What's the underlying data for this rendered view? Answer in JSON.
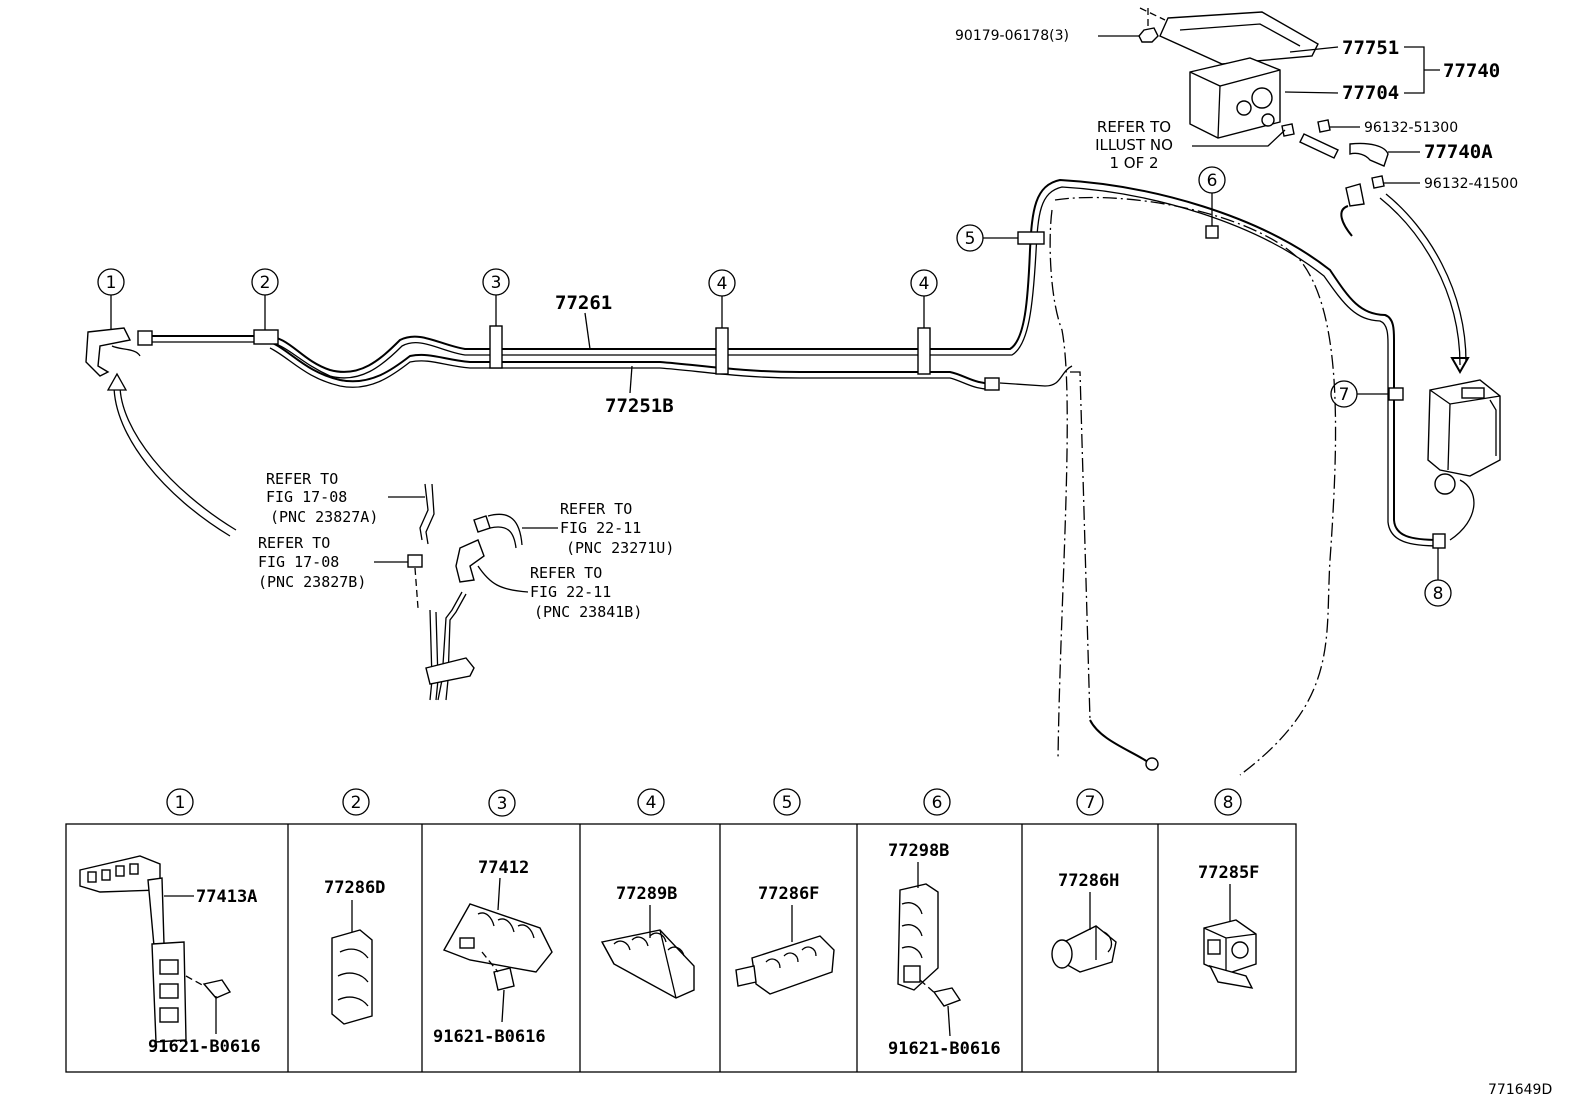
{
  "title": "",
  "parts": {
    "p77751": "77751",
    "p77740": "77740",
    "p77704": "77704",
    "p90179": "90179-06178(3)",
    "p96132a": "96132-51300",
    "p77740a": "77740A",
    "p96132b": "96132-41500",
    "p77261": "77261",
    "p77251b": "77251B"
  },
  "refs": {
    "illust": [
      "REFER TO",
      "ILLUST NO",
      "1 OF 2"
    ],
    "fig1708a": [
      "REFER TO",
      "FIG 17-08",
      "(PNC 23827A)"
    ],
    "fig1708b": [
      "REFER TO",
      "FIG 17-08",
      "(PNC 23827B)"
    ],
    "fig2211a": [
      "REFER TO",
      "FIG 22-11",
      "(PNC 23271U)"
    ],
    "fig2211b": [
      "REFER TO",
      "FIG 22-11",
      "(PNC 23841B)"
    ]
  },
  "callouts": {
    "c1": "1",
    "c2": "2",
    "c3": "3",
    "c4a": "4",
    "c4b": "4",
    "c5": "5",
    "c6": "6",
    "c7": "7",
    "c8": "8"
  },
  "table": {
    "cells": [
      {
        "num": "1",
        "part": "77413A",
        "bolt": "91621-B0616"
      },
      {
        "num": "2",
        "part": "77286D",
        "bolt": ""
      },
      {
        "num": "3",
        "part": "77412",
        "bolt": "91621-B0616"
      },
      {
        "num": "4",
        "part": "77289B",
        "bolt": ""
      },
      {
        "num": "5",
        "part": "77286F",
        "bolt": ""
      },
      {
        "num": "6",
        "part": "77298B",
        "bolt": "91621-B0616"
      },
      {
        "num": "7",
        "part": "77286H",
        "bolt": ""
      },
      {
        "num": "8",
        "part": "77285F",
        "bolt": ""
      }
    ]
  },
  "drawing_code": "771649D",
  "colors": {
    "ink": "#000000",
    "background": "#ffffff"
  }
}
